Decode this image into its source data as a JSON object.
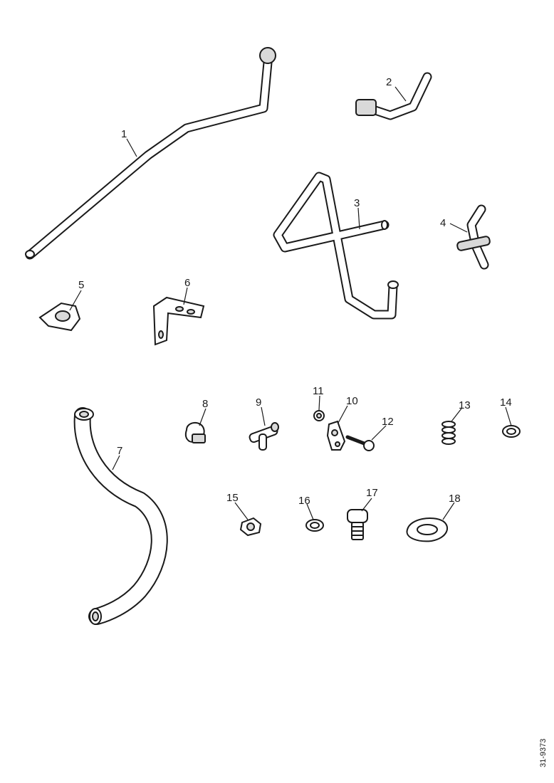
{
  "diagram": {
    "callouts": [
      "1",
      "2",
      "3",
      "4",
      "5",
      "6",
      "7",
      "8",
      "9",
      "10",
      "11",
      "12",
      "13",
      "14",
      "15",
      "16",
      "17",
      "18"
    ],
    "reference_code": "31-9373"
  }
}
